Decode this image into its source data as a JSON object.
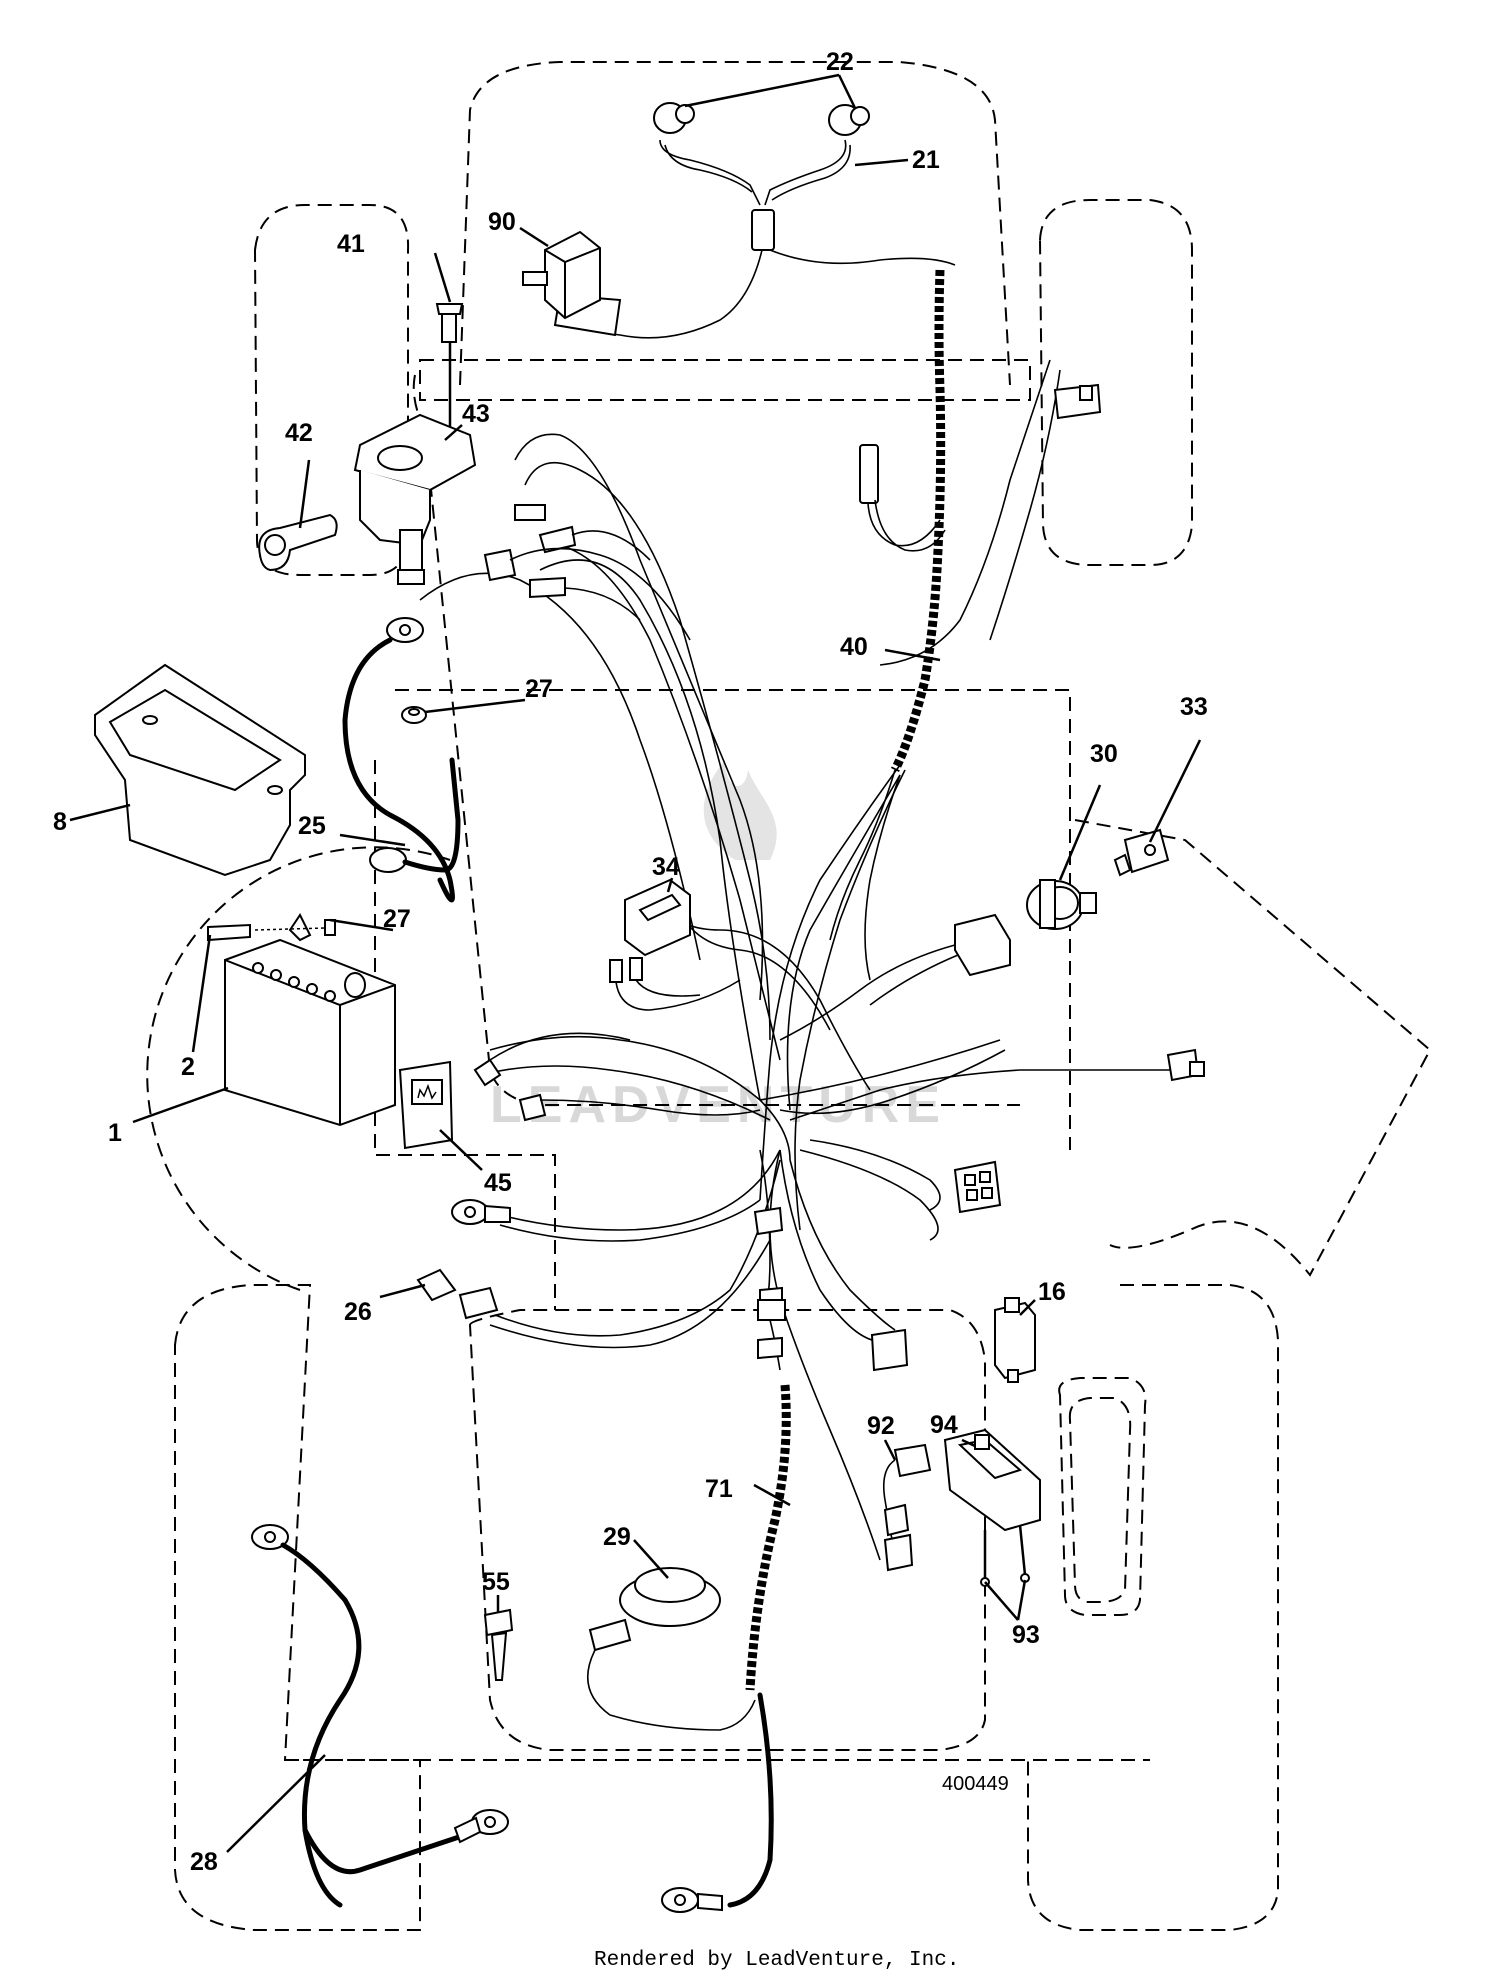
{
  "diagram": {
    "reference_number": "400449",
    "footer_text": "Rendered by LeadVenture, Inc.",
    "watermark": "LEADVENTURE",
    "part_labels": [
      "22",
      "21",
      "90",
      "41",
      "43",
      "42",
      "40",
      "27",
      "8",
      "25",
      "34",
      "30",
      "33",
      "27",
      "2",
      "1",
      "45",
      "26",
      "16",
      "92",
      "94",
      "71",
      "29",
      "55",
      "93",
      "28"
    ]
  }
}
